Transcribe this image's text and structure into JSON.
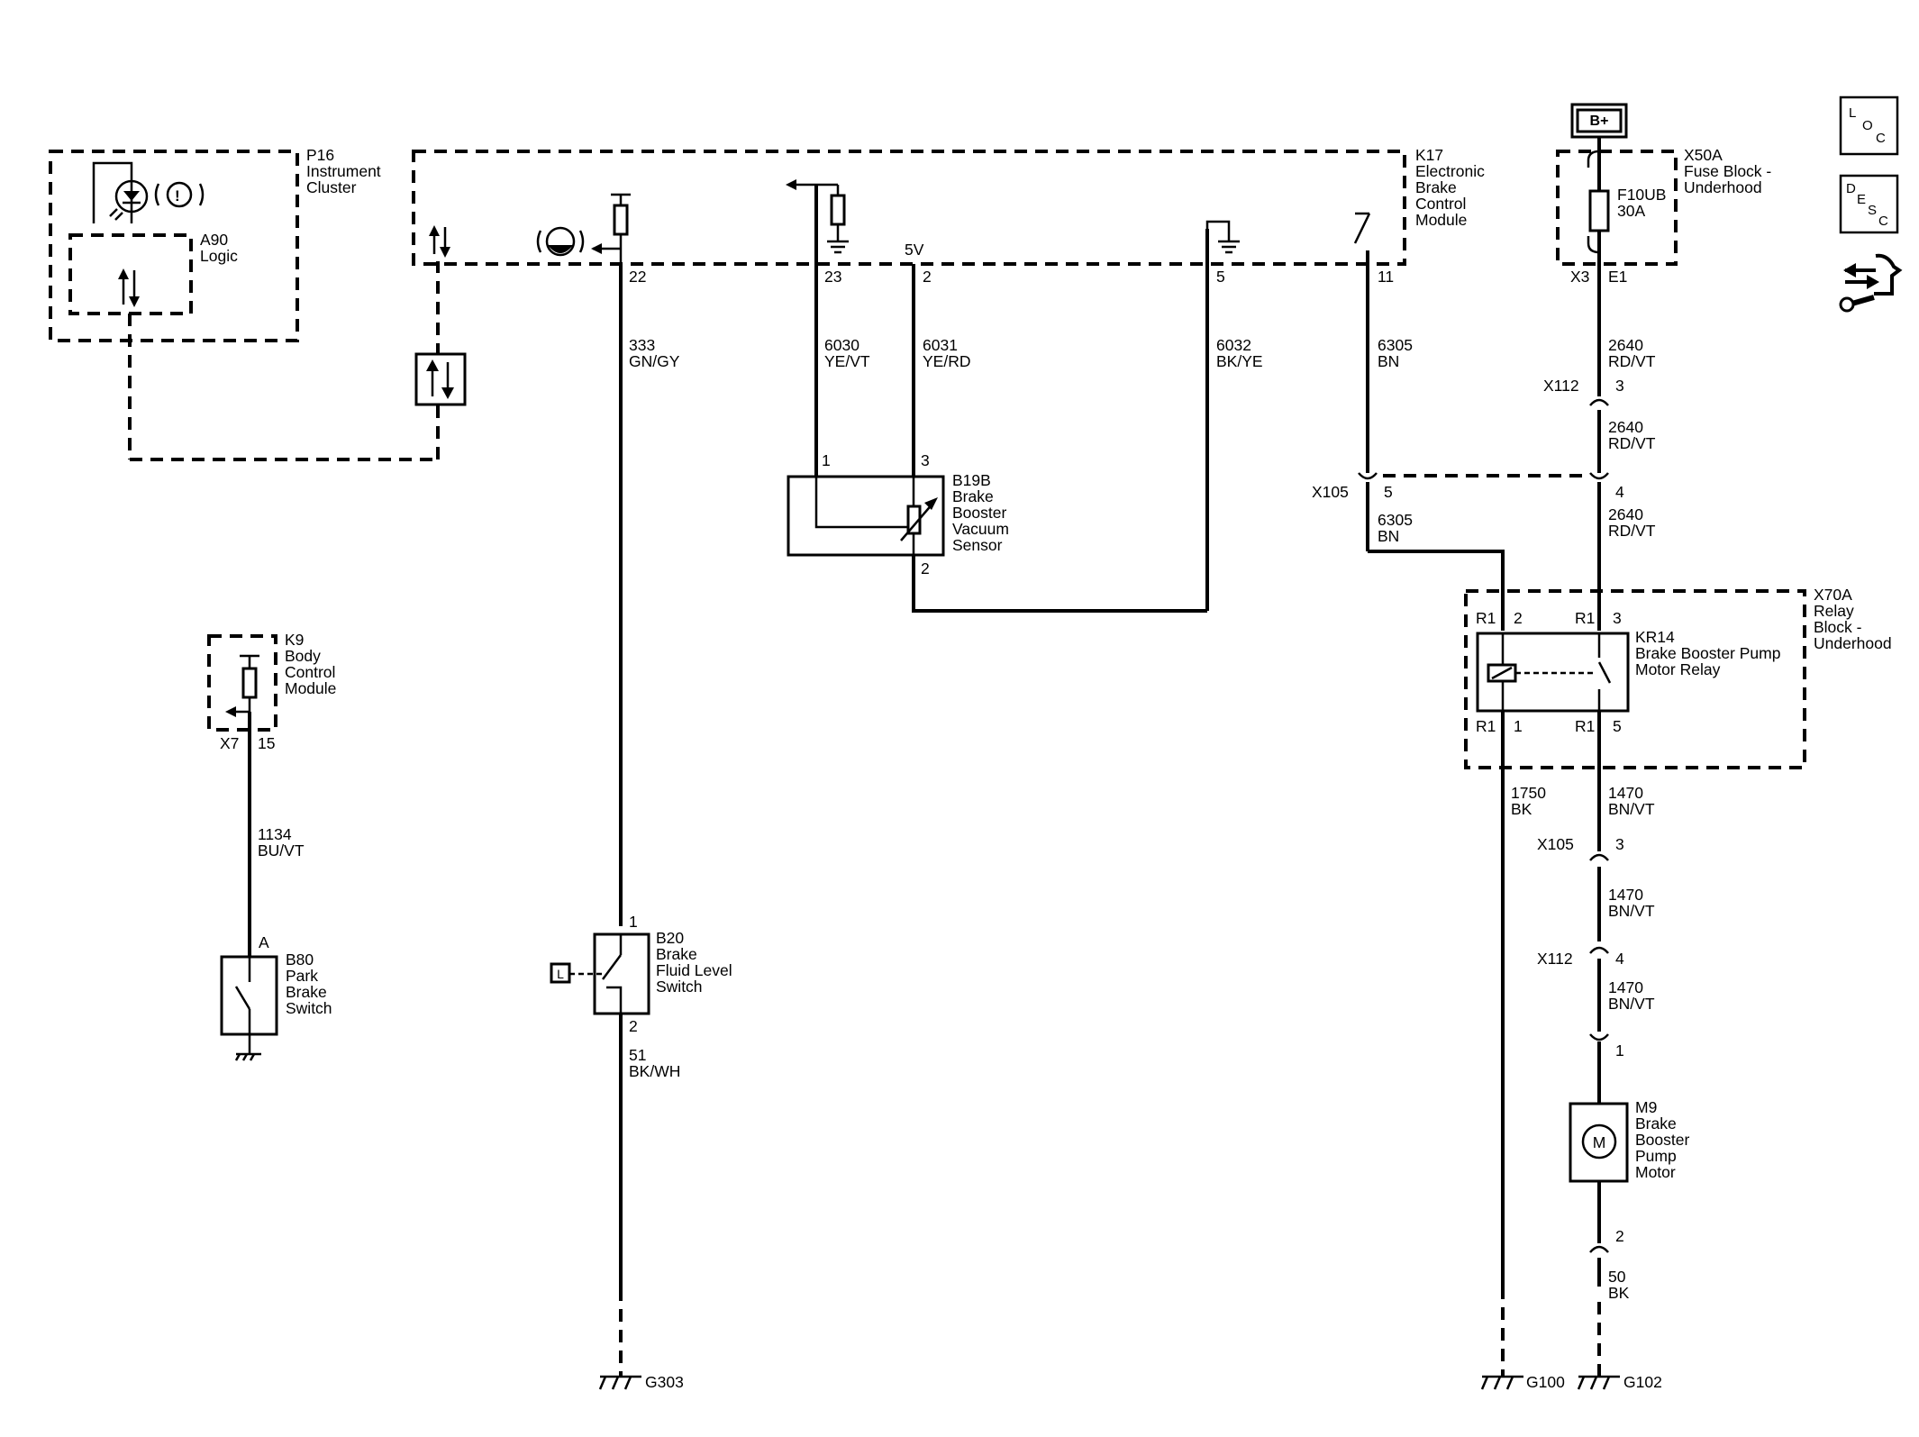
{
  "modules": {
    "p16": {
      "id": "P16",
      "lines": [
        "Instrument",
        "Cluster"
      ]
    },
    "a90": {
      "id": "A90",
      "lines": [
        "Logic"
      ]
    },
    "k17": {
      "id": "K17",
      "lines": [
        "Electronic",
        "Brake",
        "Control",
        "Module"
      ]
    },
    "x50a": {
      "id": "X50A",
      "lines": [
        "Fuse Block -",
        "Underhood"
      ]
    },
    "k9": {
      "id": "K9",
      "lines": [
        "Body",
        "Control",
        "Module"
      ]
    },
    "b19b": {
      "id": "B19B",
      "lines": [
        "Brake",
        "Booster",
        "Vacuum",
        "Sensor"
      ]
    },
    "b20": {
      "id": "B20",
      "lines": [
        "Brake",
        "Fluid Level",
        "Switch"
      ]
    },
    "b80": {
      "id": "B80",
      "lines": [
        "Park",
        "Brake",
        "Switch"
      ]
    },
    "x70a": {
      "id": "X70A",
      "lines": [
        "Relay",
        "Block -",
        "Underhood"
      ]
    },
    "kr14": {
      "id": "KR14",
      "lines": [
        "Brake Booster Pump",
        "Motor Relay"
      ]
    },
    "m9": {
      "id": "M9",
      "lines": [
        "Brake",
        "Booster",
        "Pump",
        "Motor"
      ]
    }
  },
  "power": {
    "label": "B+"
  },
  "fuse": {
    "id": "F10UB",
    "rating": "30A"
  },
  "motor_symbol": "M",
  "fluid_symbol": "L",
  "voltage_label": "5V",
  "pins": {
    "k17_22": "22",
    "k17_23": "23",
    "k17_2": "2",
    "k17_5": "5",
    "k17_11": "11",
    "x3": "X3",
    "e1": "E1",
    "b19b_1": "1",
    "b19b_3": "3",
    "b19b_2": "2",
    "x7": "X7",
    "k9_15": "15",
    "b80_a": "A",
    "b20_1": "1",
    "b20_2": "2",
    "x112_3": "3",
    "x105_5": "5",
    "x112_4a": "4",
    "relay_r1": "R1",
    "relay_2": "2",
    "relay_3": "3",
    "relay_1": "1",
    "relay_5": "5",
    "x105_3": "3",
    "x112_4b": "4",
    "m9_1": "1",
    "m9_2": "2"
  },
  "connectors": {
    "x112": "X112",
    "x105": "X105"
  },
  "wires": [
    {
      "circuit": "333",
      "color": "GN/GY"
    },
    {
      "circuit": "6030",
      "color": "YE/VT"
    },
    {
      "circuit": "6031",
      "color": "YE/RD"
    },
    {
      "circuit": "6032",
      "color": "BK/YE"
    },
    {
      "circuit": "6305",
      "color": "BN"
    },
    {
      "circuit": "2640",
      "color": "RD/VT"
    },
    {
      "circuit": "2640",
      "color": "RD/VT"
    },
    {
      "circuit": "6305",
      "color": "BN"
    },
    {
      "circuit": "2640",
      "color": "RD/VT"
    },
    {
      "circuit": "1134",
      "color": "BU/VT"
    },
    {
      "circuit": "1750",
      "color": "BK"
    },
    {
      "circuit": "1470",
      "color": "BN/VT"
    },
    {
      "circuit": "1470",
      "color": "BN/VT"
    },
    {
      "circuit": "1470",
      "color": "BN/VT"
    },
    {
      "circuit": "51",
      "color": "BK/WH"
    },
    {
      "circuit": "50",
      "color": "BK"
    }
  ],
  "grounds": {
    "g303": "G303",
    "g100": "G100",
    "g102": "G102"
  },
  "side_icons": [
    {
      "name": "location-icon",
      "letters": [
        "L",
        "O",
        "C"
      ]
    },
    {
      "name": "description-icon",
      "letters": [
        "D",
        "E",
        "S",
        "C"
      ]
    },
    {
      "name": "troubleshoot-icon"
    }
  ]
}
